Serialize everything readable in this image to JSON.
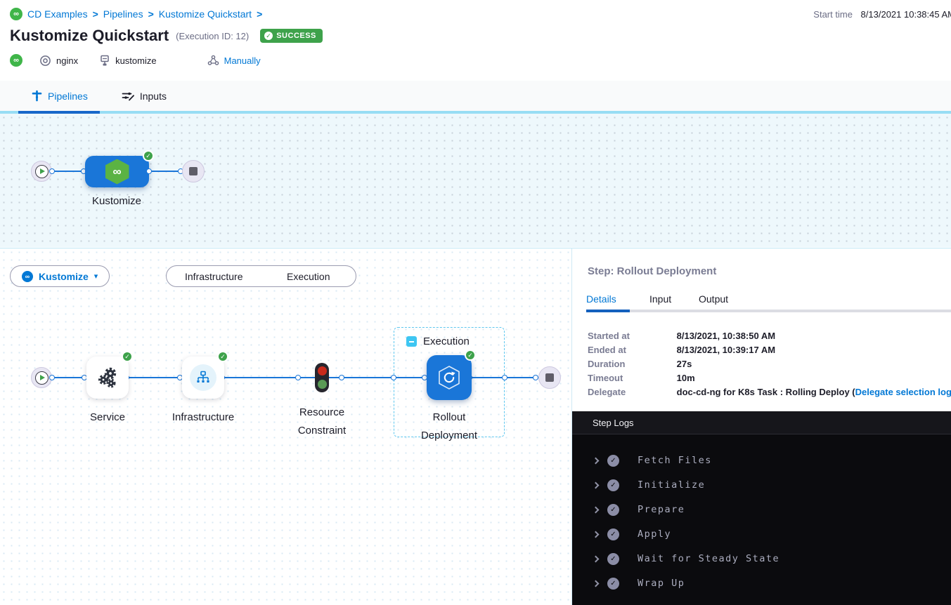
{
  "breadcrumb": {
    "separator": ">",
    "items": [
      "CD Examples",
      "Pipelines",
      "Kustomize Quickstart"
    ]
  },
  "header": {
    "title": "Kustomize Quickstart",
    "execution_id": "(Execution ID: 12)",
    "status": "SUCCESS",
    "start_time_label": "Start time",
    "start_time_value": "8/13/2021 10:38:45 AM",
    "tags": {
      "service": "nginx",
      "environment": "kustomize",
      "trigger": "Manually"
    }
  },
  "tabs": {
    "pipelines": "Pipelines",
    "inputs": "Inputs"
  },
  "pipeline_graph": {
    "stage_label": "Kustomize"
  },
  "execution_view": {
    "stage_selector_label": "Kustomize",
    "toggle": {
      "left": "Infrastructure",
      "right": "Execution"
    },
    "group_label": "Execution",
    "nodes": [
      "Service",
      "Infrastructure",
      "Resource Constraint",
      "Rollout Deployment"
    ]
  },
  "step_panel": {
    "title": "Step: Rollout Deployment",
    "tabs": [
      "Details",
      "Input",
      "Output"
    ],
    "details": [
      {
        "label": "Started at",
        "value": "8/13/2021, 10:38:50 AM"
      },
      {
        "label": "Ended at",
        "value": "8/13/2021, 10:39:17 AM"
      },
      {
        "label": "Duration",
        "value": "27s"
      },
      {
        "label": "Timeout",
        "value": "10m"
      },
      {
        "label": "Delegate",
        "value_prefix": "doc-cd-ng for K8s Task : Rolling Deploy (",
        "link": "Delegate selection logs",
        "value_suffix": ")"
      }
    ]
  },
  "step_logs": {
    "title": "Step Logs",
    "sections": [
      "Fetch Files",
      "Initialize",
      "Prepare",
      "Apply",
      "Wait for Steady State",
      "Wrap Up"
    ]
  },
  "icons": {
    "logo_glyph": "∞",
    "check_glyph": "✓",
    "caret_glyph": "▾",
    "refresh_glyph": "↻"
  },
  "colors": {
    "primary_blue": "#0278d5",
    "node_blue": "#1a76d8",
    "success_green": "#3ea24b",
    "canvas_tint": "#eef8fc",
    "log_background": "#0b0b0e"
  }
}
